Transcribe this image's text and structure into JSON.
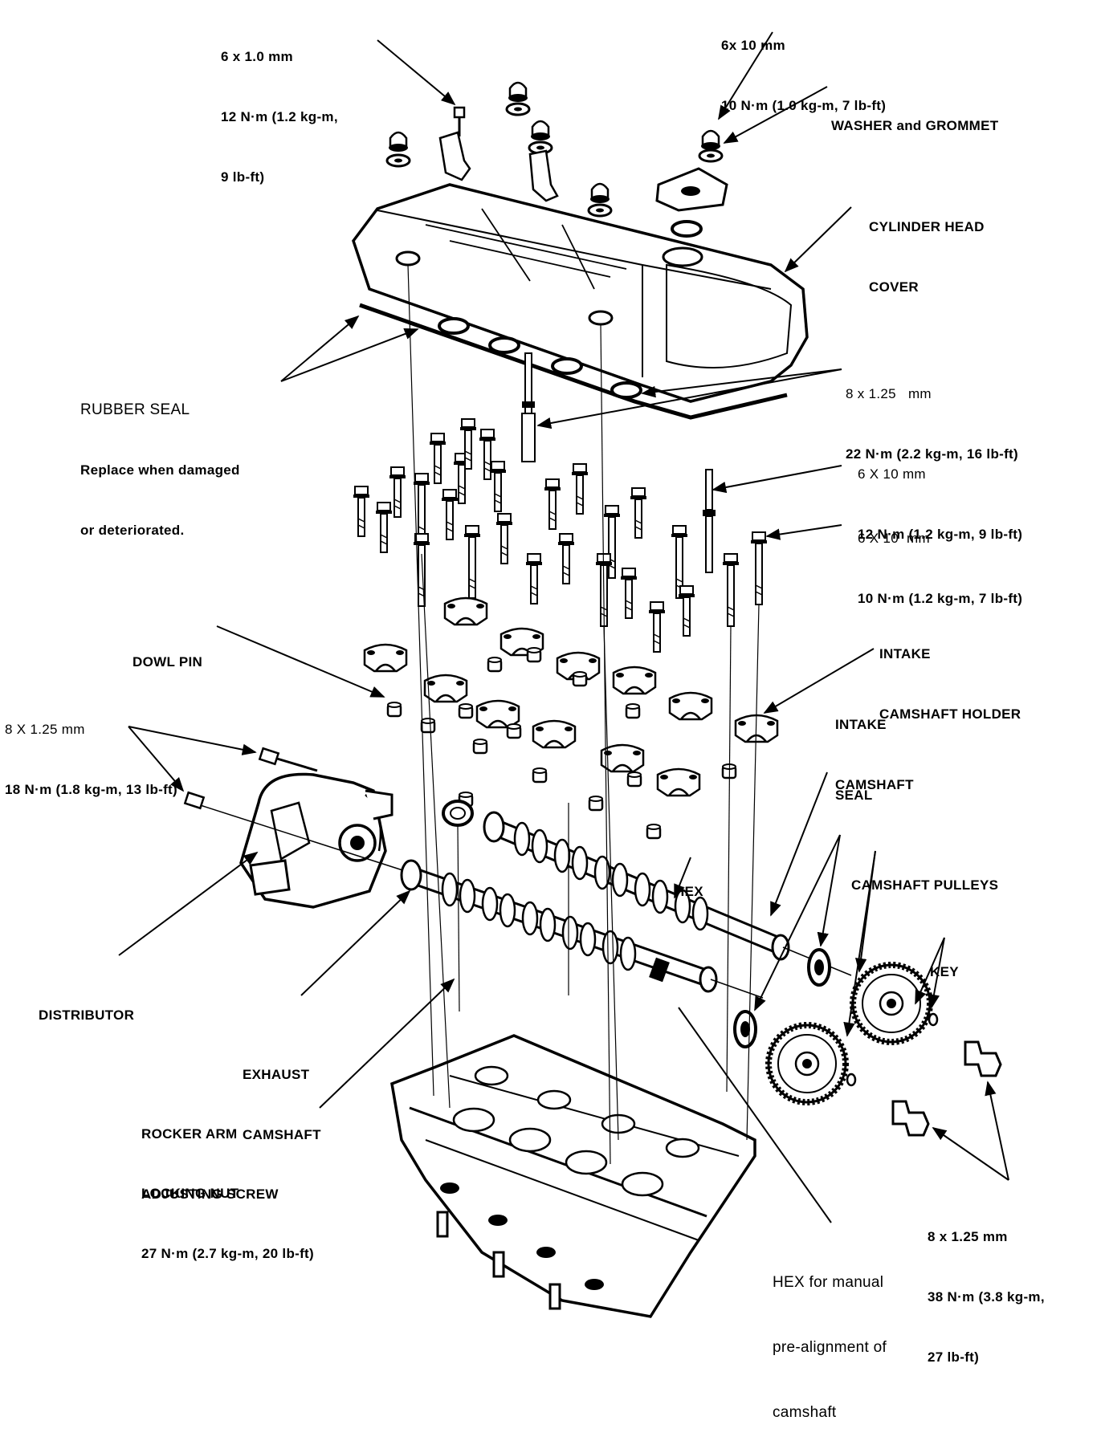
{
  "labels": {
    "bolt_6x1_0": {
      "lines": [
        "6 x 1.0 mm",
        "12 N·m (1.2 kg-m,",
        "9 lb-ft)"
      ]
    },
    "bolt_6x10_top": {
      "lines": [
        "6x 10 mm",
        "10 N·m (1.0 kg-m, 7 lb-ft)"
      ]
    },
    "washer_grommet": {
      "lines": [
        "WASHER and GROMMET"
      ]
    },
    "cylinder_head_cover": {
      "lines": [
        "CYLINDER HEAD",
        "COVER"
      ]
    },
    "rubber_seal": {
      "lines": [
        "RUBBER SEAL",
        "Replace when damaged",
        "or deteriorated."
      ]
    },
    "bolt_8x1_25_cover": {
      "lines": [
        "8 x 1.25   mm",
        "22 N·m (2.2 kg-m, 16 lb-ft)"
      ]
    },
    "bolt_6x10_mid": {
      "lines": [
        "6 X 10 mm",
        "12 N·m (1.2 kg-m, 9 lb-ft)"
      ]
    },
    "bolt_6x10_low": {
      "lines": [
        "6 X 10  mm",
        "10 N·m (1.2 kg-m, 7 lb-ft)"
      ]
    },
    "dowl_pin": {
      "lines": [
        "DOWL PIN"
      ]
    },
    "intake_camshaft_holder": {
      "lines": [
        "INTAKE",
        "CAMSHAFT HOLDER"
      ]
    },
    "intake_camshaft": {
      "lines": [
        "INTAKE",
        "CAMSHAFT"
      ]
    },
    "bolt_8x1_25_dist": {
      "lines": [
        "8 X 1.25 mm",
        "18 N·m (1.8 kg-m, 13 lb-ft)"
      ]
    },
    "seal": {
      "lines": [
        "SEAL"
      ]
    },
    "hex": {
      "lines": [
        "HEX"
      ]
    },
    "camshaft_pulleys": {
      "lines": [
        "CAMSHAFT PULLEYS"
      ]
    },
    "key": {
      "lines": [
        "KEY"
      ]
    },
    "distributor": {
      "lines": [
        "DISTRIBUTOR"
      ]
    },
    "exhaust_camshaft": {
      "lines": [
        "EXHAUST",
        "CAMSHAFT"
      ]
    },
    "rocker_arm": {
      "lines": [
        "ROCKER ARM",
        "ADJUSTING SCREW"
      ]
    },
    "locking_nut": {
      "lines": [
        "LOCKING NUT",
        "27 N·m (2.7 kg-m, 20 lb-ft)"
      ]
    },
    "hex_manual": {
      "lines": [
        "HEX for manual",
        "pre-alignment of",
        "camshaft"
      ]
    },
    "bolt_8x1_25_pulley": {
      "lines": [
        "8 x 1.25 mm",
        "38 N·m (3.8 kg-m,",
        "27 lb-ft)"
      ]
    }
  }
}
